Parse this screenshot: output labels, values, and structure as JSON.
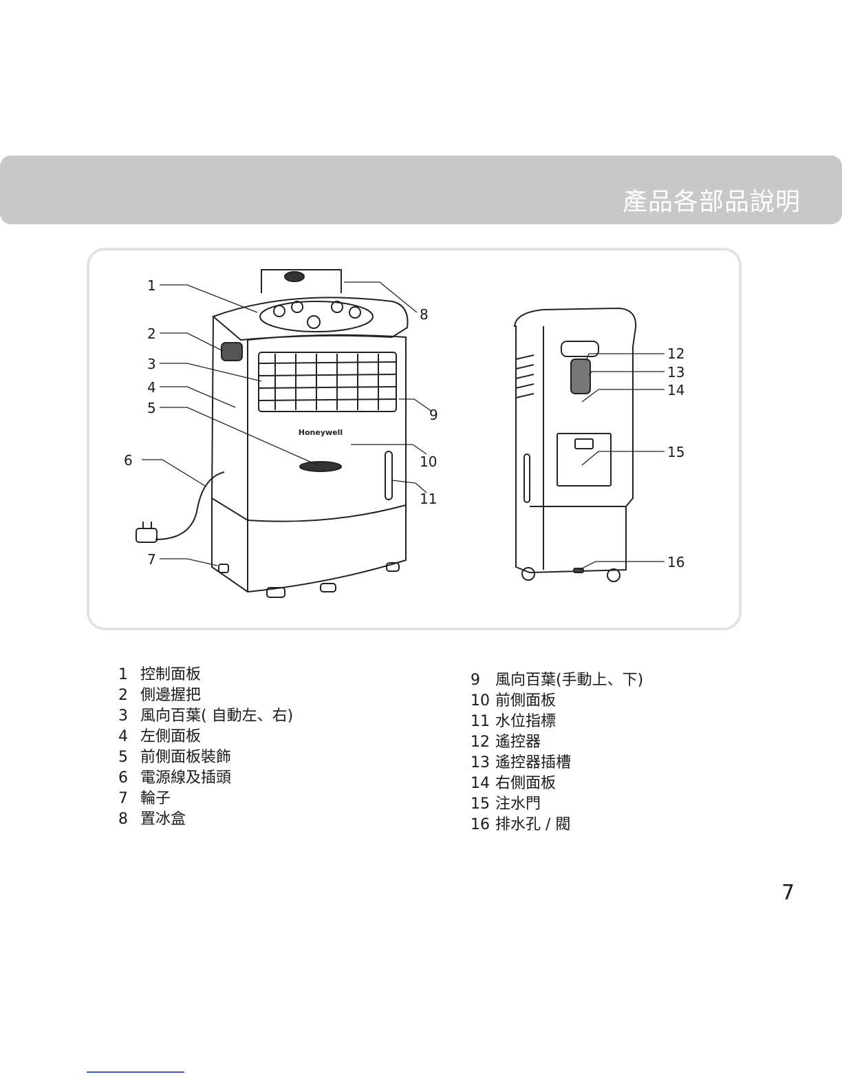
{
  "header": {
    "title": "產品各部品說明"
  },
  "figure": {
    "brand_text": "Honeywell",
    "callouts": [
      "1",
      "2",
      "3",
      "4",
      "5",
      "6",
      "7",
      "8",
      "9",
      "10",
      "11",
      "12",
      "13",
      "14",
      "15",
      "16"
    ]
  },
  "parts_left": [
    {
      "num": "1",
      "label": "控制面板"
    },
    {
      "num": "2",
      "label": "側邊握把"
    },
    {
      "num": "3",
      "label": "風向百葉( 自動左、右)"
    },
    {
      "num": "4",
      "label": "左側面板"
    },
    {
      "num": "5",
      "label": "前側面板裝飾"
    },
    {
      "num": "6",
      "label": "電源線及插頭"
    },
    {
      "num": "7",
      "label": "輪子"
    },
    {
      "num": "8",
      "label": "置冰盒"
    }
  ],
  "parts_right": [
    {
      "num": "9",
      "label": "風向百葉(手動上、下)"
    },
    {
      "num": "10",
      "label": "前側面板"
    },
    {
      "num": "11",
      "label": "水位指標"
    },
    {
      "num": "12",
      "label": "遙控器"
    },
    {
      "num": "13",
      "label": "遙控器插槽"
    },
    {
      "num": "14",
      "label": "右側面板"
    },
    {
      "num": "15",
      "label": "注水門"
    },
    {
      "num": "16",
      "label": "排水孔 / 閥"
    }
  ],
  "page_number": "7"
}
